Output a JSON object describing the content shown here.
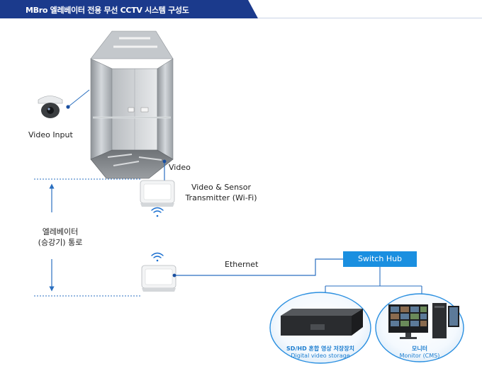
{
  "title": "MBro 엘레베이터 전용 무선 CCTV 시스템 구성도",
  "labels": {
    "video_input": "Video Input",
    "video": "Video",
    "transmitter_line1": "Video & Sensor",
    "transmitter_line2": "Transmitter (Wi-Fi)",
    "shaft_line1": "엘레베이터",
    "shaft_line2": "(승강기) 통로",
    "ethernet": "Ethernet",
    "switch_hub": "Switch Hub",
    "storage_ko": "SD/HD 혼합 영상 저장장치",
    "storage_en": "Digital video storage",
    "monitor_ko": "모니터",
    "monitor_en": "Monitor (CMS)"
  },
  "colors": {
    "banner": "#1b3a8c",
    "accent": "#1a8fe0",
    "line": "#2a6fc0"
  }
}
